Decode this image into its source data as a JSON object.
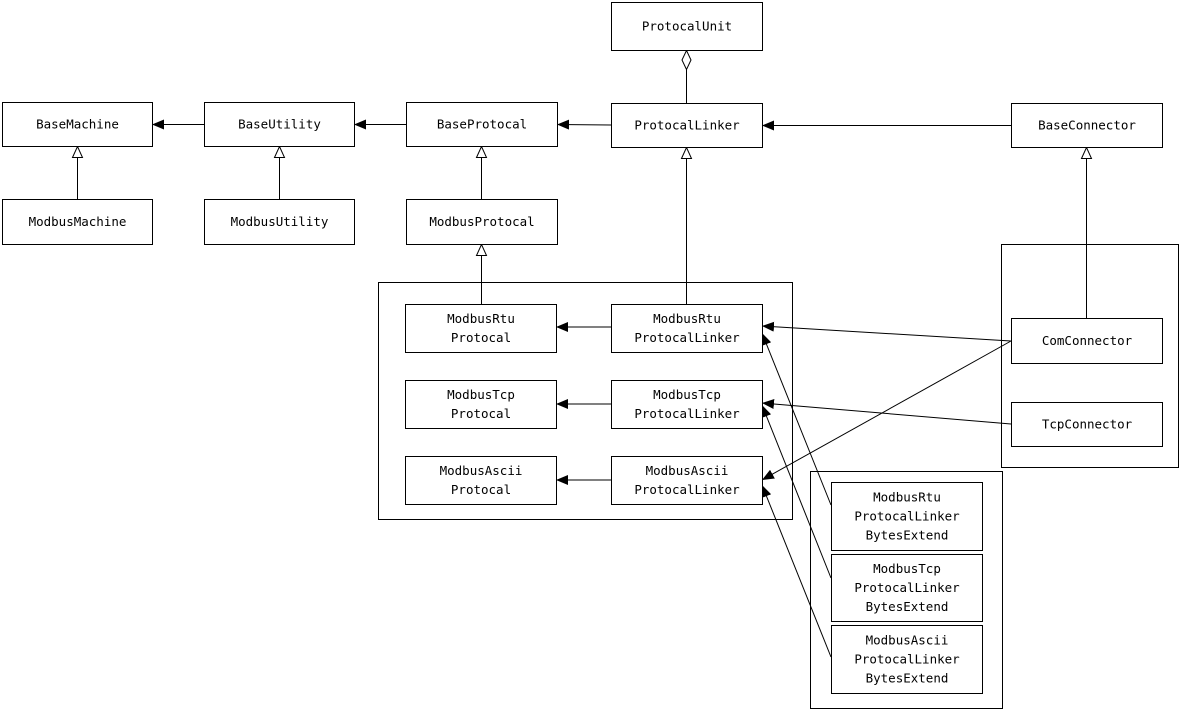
{
  "boxes": {
    "protocal_unit": [
      "ProtocalUnit"
    ],
    "base_machine": [
      "BaseMachine"
    ],
    "base_utility": [
      "BaseUtility"
    ],
    "base_protocal": [
      "BaseProtocal"
    ],
    "protocal_linker": [
      "ProtocalLinker"
    ],
    "base_connector": [
      "BaseConnector"
    ],
    "modbus_machine": [
      "ModbusMachine"
    ],
    "modbus_utility": [
      "ModbusUtility"
    ],
    "modbus_protocal": [
      "ModbusProtocal"
    ],
    "modbus_rtu_protocal": [
      "ModbusRtu",
      "Protocal"
    ],
    "modbus_rtu_protocal_linker": [
      "ModbusRtu",
      "ProtocalLinker"
    ],
    "modbus_tcp_protocal": [
      "ModbusTcp",
      "Protocal"
    ],
    "modbus_tcp_protocal_linker": [
      "ModbusTcp",
      "ProtocalLinker"
    ],
    "modbus_ascii_protocal": [
      "ModbusAscii",
      "Protocal"
    ],
    "modbus_ascii_protocal_linker": [
      "ModbusAscii",
      "ProtocalLinker"
    ],
    "com_connector": [
      "ComConnector"
    ],
    "tcp_connector": [
      "TcpConnector"
    ],
    "modbus_rtu_bytes_extend": [
      "ModbusRtu",
      "ProtocalLinker",
      "BytesExtend"
    ],
    "modbus_tcp_bytes_extend": [
      "ModbusTcp",
      "ProtocalLinker",
      "BytesExtend"
    ],
    "modbus_ascii_bytes_extend": [
      "ModbusAscii",
      "ProtocalLinker",
      "BytesExtend"
    ]
  },
  "relations": [
    {
      "from": "protocal_linker",
      "to": "protocal_unit",
      "kind": "aggregation"
    },
    {
      "from": "base_utility",
      "to": "base_machine",
      "kind": "association"
    },
    {
      "from": "base_protocal",
      "to": "base_utility",
      "kind": "association"
    },
    {
      "from": "protocal_linker",
      "to": "base_protocal",
      "kind": "association"
    },
    {
      "from": "base_connector",
      "to": "protocal_linker",
      "kind": "association"
    },
    {
      "from": "modbus_machine",
      "to": "base_machine",
      "kind": "inheritance"
    },
    {
      "from": "modbus_utility",
      "to": "base_utility",
      "kind": "inheritance"
    },
    {
      "from": "modbus_protocal",
      "to": "base_protocal",
      "kind": "inheritance"
    },
    {
      "from": "modbus_rtu_protocal",
      "to": "modbus_protocal",
      "kind": "inheritance"
    },
    {
      "from": "modbus_rtu_protocal_linker",
      "to": "protocal_linker",
      "kind": "inheritance"
    },
    {
      "from": "com_connector",
      "to": "base_connector",
      "kind": "inheritance"
    },
    {
      "from": "modbus_rtu_protocal_linker",
      "to": "modbus_rtu_protocal",
      "kind": "association"
    },
    {
      "from": "modbus_tcp_protocal_linker",
      "to": "modbus_tcp_protocal",
      "kind": "association"
    },
    {
      "from": "modbus_ascii_protocal_linker",
      "to": "modbus_ascii_protocal",
      "kind": "association"
    },
    {
      "from": "com_connector",
      "to": "modbus_rtu_protocal_linker",
      "kind": "association"
    },
    {
      "from": "com_connector",
      "to": "modbus_ascii_protocal_linker",
      "kind": "association"
    },
    {
      "from": "tcp_connector",
      "to": "modbus_tcp_protocal_linker",
      "kind": "association"
    },
    {
      "from": "modbus_rtu_bytes_extend",
      "to": "modbus_rtu_protocal_linker",
      "kind": "association"
    },
    {
      "from": "modbus_tcp_bytes_extend",
      "to": "modbus_tcp_protocal_linker",
      "kind": "association"
    },
    {
      "from": "modbus_ascii_bytes_extend",
      "to": "modbus_ascii_protocal_linker",
      "kind": "association"
    }
  ]
}
